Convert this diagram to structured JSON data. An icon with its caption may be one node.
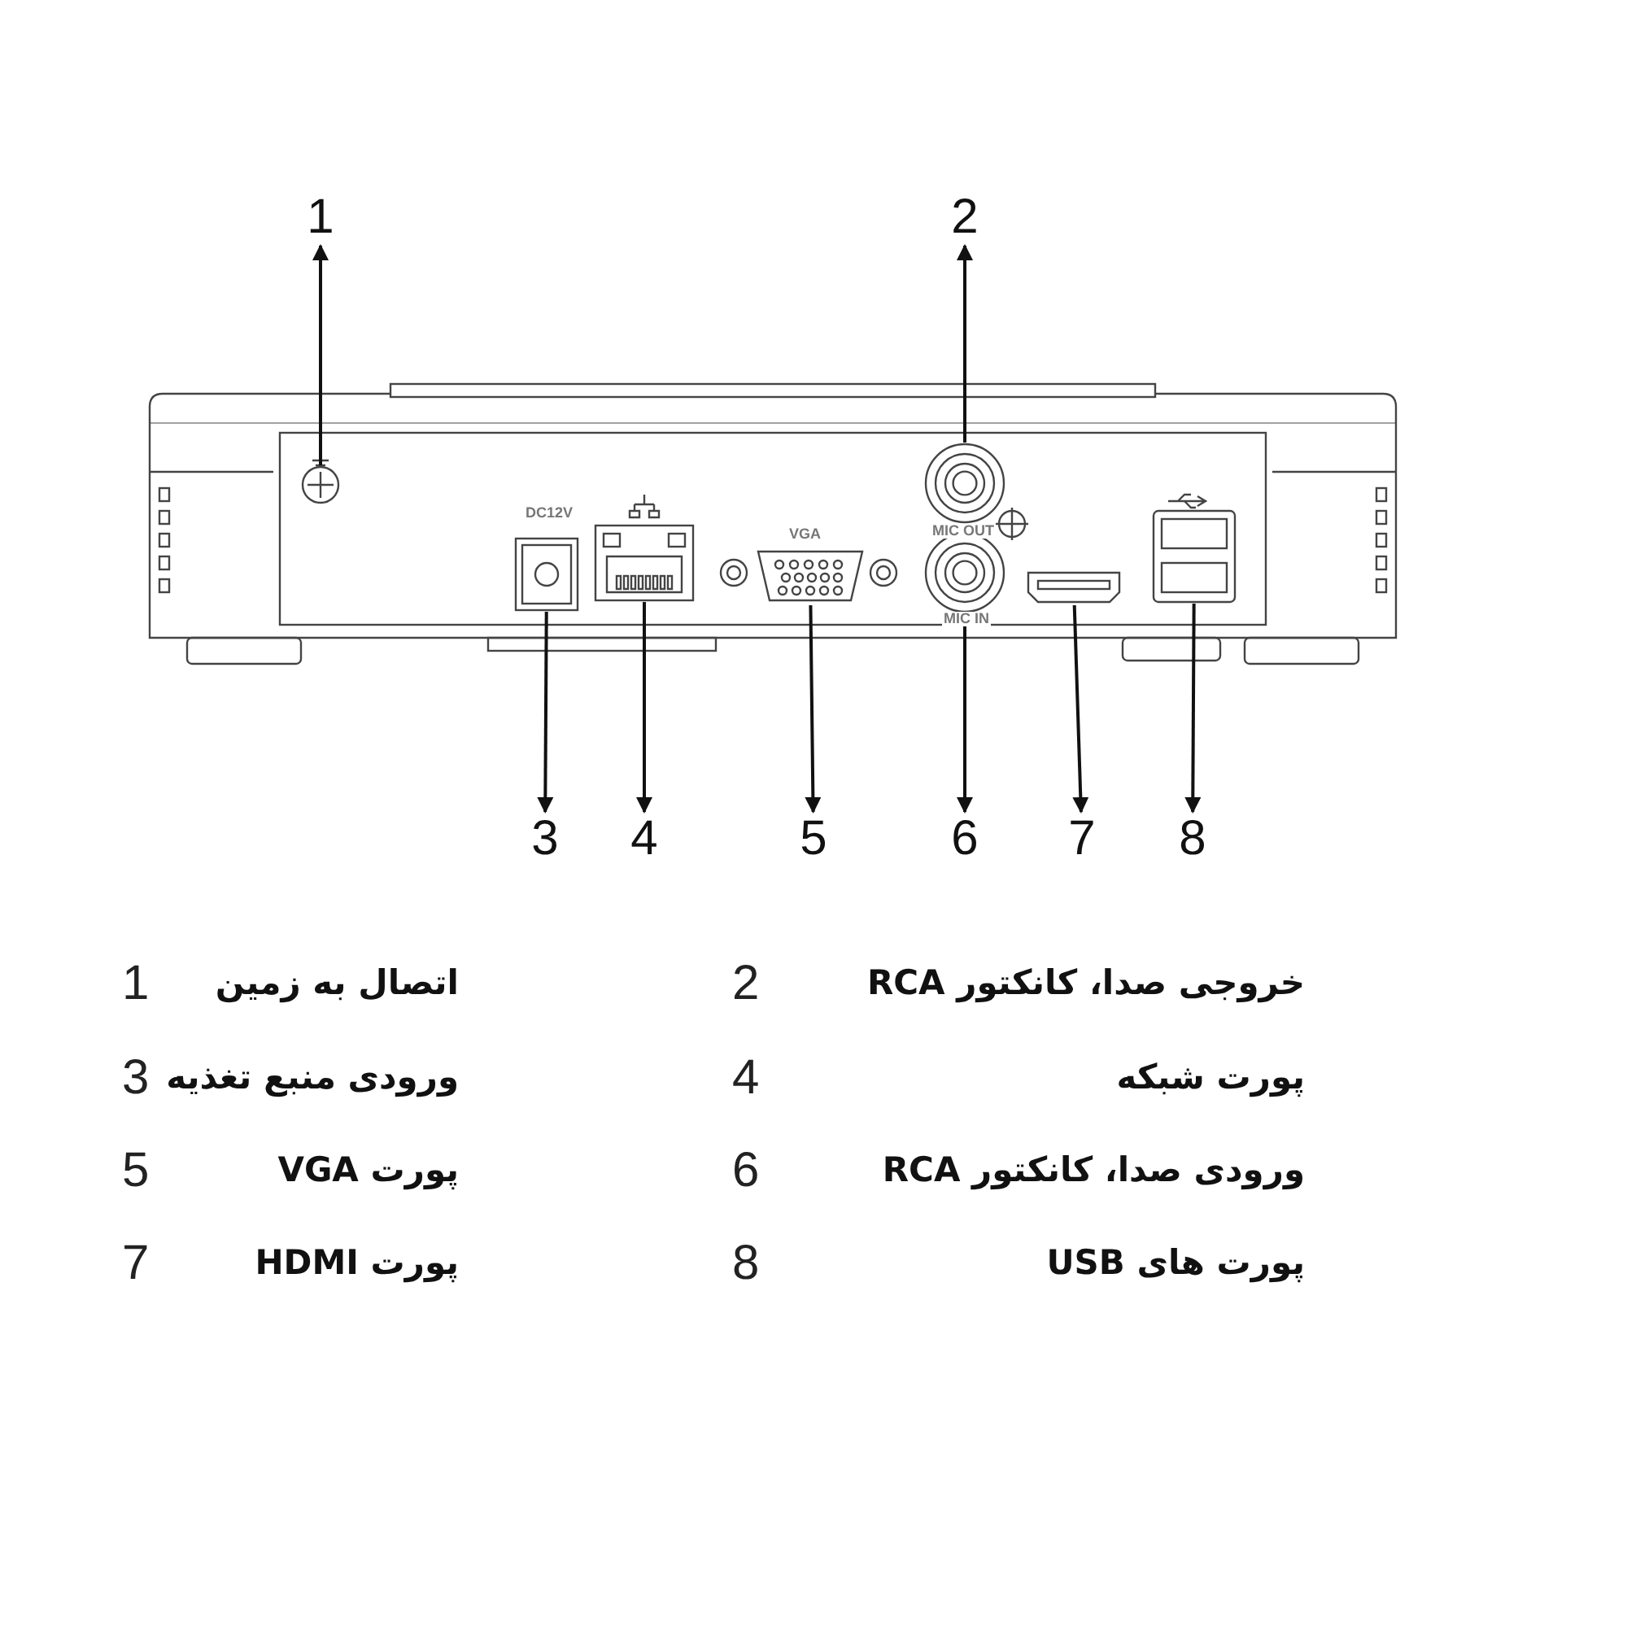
{
  "diagram": {
    "nodes": [
      {
        "text": [
          "1"
        ]
      },
      {
        "text": [
          "2"
        ]
      },
      {
        "text": [
          "3"
        ]
      },
      {
        "text": [
          "4"
        ]
      },
      {
        "text": [
          "5"
        ]
      },
      {
        "text": [
          "6"
        ]
      },
      {
        "text": [
          "7"
        ]
      },
      {
        "text": [
          "8"
        ]
      },
      {
        "text": [],
        "shape": "circle"
      },
      {
        "text": [],
        "shape": "circle",
        "beside": [
          "MIC OUT"
        ]
      },
      {
        "text": [],
        "shape": "box",
        "beside": [
          "DC12V"
        ]
      },
      {
        "text": [],
        "shape": "box"
      },
      {
        "text": [],
        "shape": "box",
        "beside": [
          "VGA"
        ]
      },
      {
        "text": [],
        "shape": "circle",
        "beside": [
          "MIC IN"
        ]
      },
      {
        "text": [],
        "shape": "box"
      },
      {
        "text": [],
        "shape": "box"
      }
    ],
    "edges": [
      {
        "from": 8,
        "to": 0,
        "arrow": "to"
      },
      {
        "from": 9,
        "to": 1,
        "arrow": "to"
      },
      {
        "from": 10,
        "to": 2,
        "arrow": "to"
      },
      {
        "from": 11,
        "to": 3,
        "arrow": "to"
      },
      {
        "from": 12,
        "to": 4,
        "arrow": "to"
      },
      {
        "from": 13,
        "to": 5,
        "arrow": "to"
      },
      {
        "from": 14,
        "to": 6,
        "arrow": "to"
      },
      {
        "from": 15,
        "to": 7,
        "arrow": "to"
      }
    ],
    "labels": [
      "1",
      "اتصال به زمین",
      "2",
      "خروجی صدا، کانکتور RCA",
      "3",
      "ورودی منبع تغذیه",
      "4",
      "پورت شبکه",
      "5",
      "پورت VGA",
      "6",
      "ورودی صدا، کانکتور RCA",
      "7",
      "پورت HDMI",
      "8",
      "پورت های USB"
    ]
  }
}
